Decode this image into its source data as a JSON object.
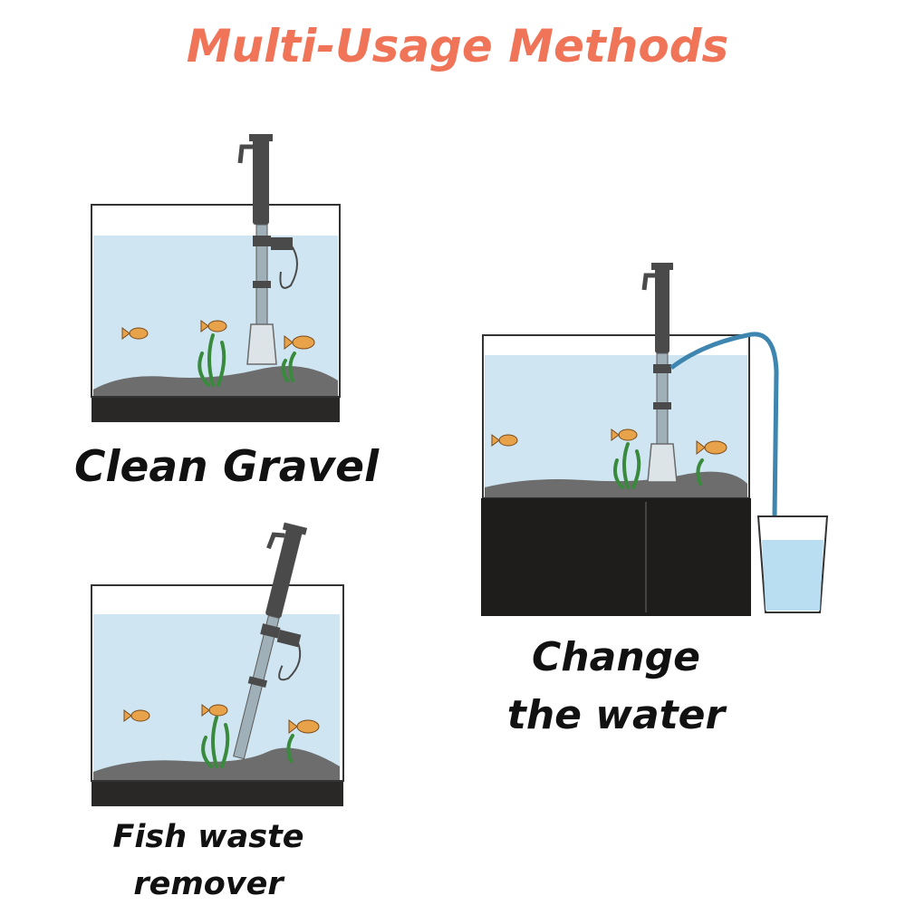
{
  "title": "Multi-Usage Methods",
  "methods": {
    "clean_gravel": "Clean Gravel",
    "change_water_line1": "Change",
    "change_water_line2": "the water",
    "fish_waste_line1": "Fish waste",
    "fish_waste_line2": "remover"
  },
  "colors": {
    "title": "#f07458",
    "water": "#cfe6f2",
    "gravel": "#6d6d6d",
    "base": "#2a2727",
    "cabinet": "#1f1c1c",
    "tool": "#4a4a4a",
    "tube": "#3e86b0",
    "plant": "#3a8a3e",
    "fish": "#e7a24a"
  }
}
